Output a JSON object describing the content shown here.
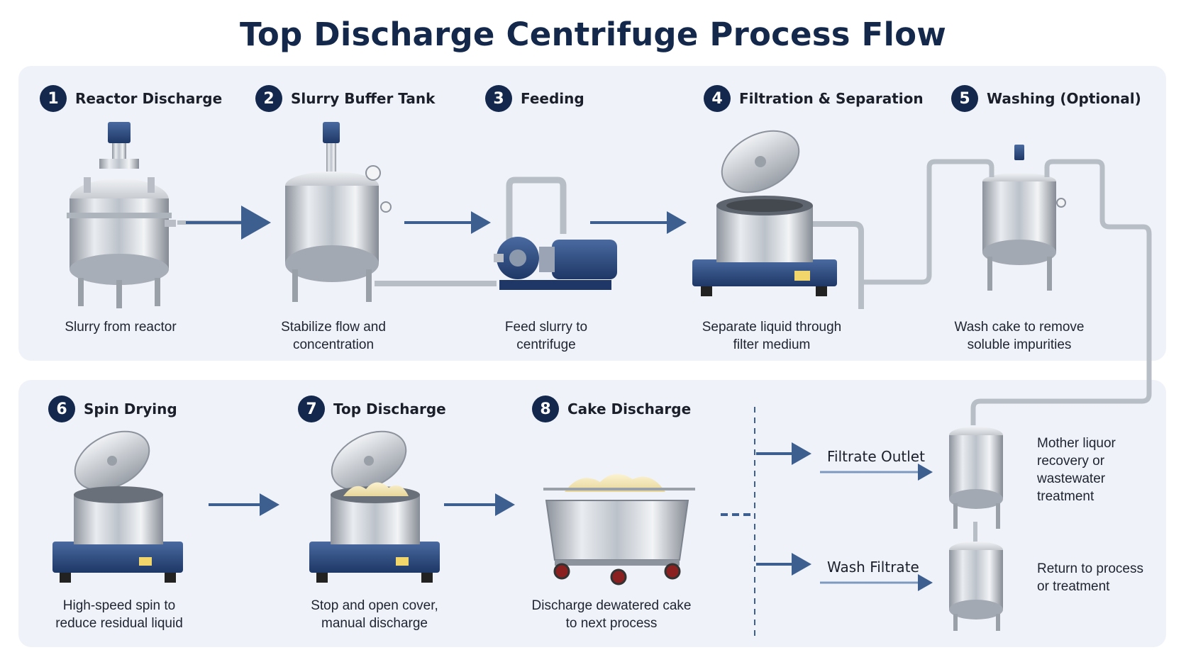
{
  "title": "Top Discharge Centrifuge Process Flow",
  "steps": [
    {
      "num": "1",
      "label": "Reactor Discharge",
      "desc": "Slurry from reactor"
    },
    {
      "num": "2",
      "label": "Slurry Buffer Tank",
      "desc": "Stabilize flow and\nconcentration"
    },
    {
      "num": "3",
      "label": "Feeding",
      "desc": "Feed slurry to\ncentrifuge"
    },
    {
      "num": "4",
      "label": "Filtration & Separation",
      "desc": "Separate liquid through\nfilter medium"
    },
    {
      "num": "5",
      "label": "Washing (Optional)",
      "desc": "Wash cake to remove\nsoluble impurities"
    },
    {
      "num": "6",
      "label": "Spin Drying",
      "desc": "High-speed spin to\nreduce residual liquid"
    },
    {
      "num": "7",
      "label": "Top Discharge",
      "desc": "Stop and open cover,\nmanual discharge"
    },
    {
      "num": "8",
      "label": "Cake Discharge",
      "desc": "Discharge dewatered cake\nto next process"
    }
  ],
  "outputs": [
    {
      "label": "Filtrate Outlet",
      "desc": "Mother liquor\nrecovery or\nwastewater\ntreatment"
    },
    {
      "label": "Wash Filtrate",
      "desc": "Return to process\nor treatment"
    }
  ],
  "colors": {
    "navy": "#13284c",
    "arrow": "#3d5f8f",
    "panel": "#eff2f8",
    "steel": "#c9ced6",
    "motor_blue": "#2a4a7e"
  }
}
